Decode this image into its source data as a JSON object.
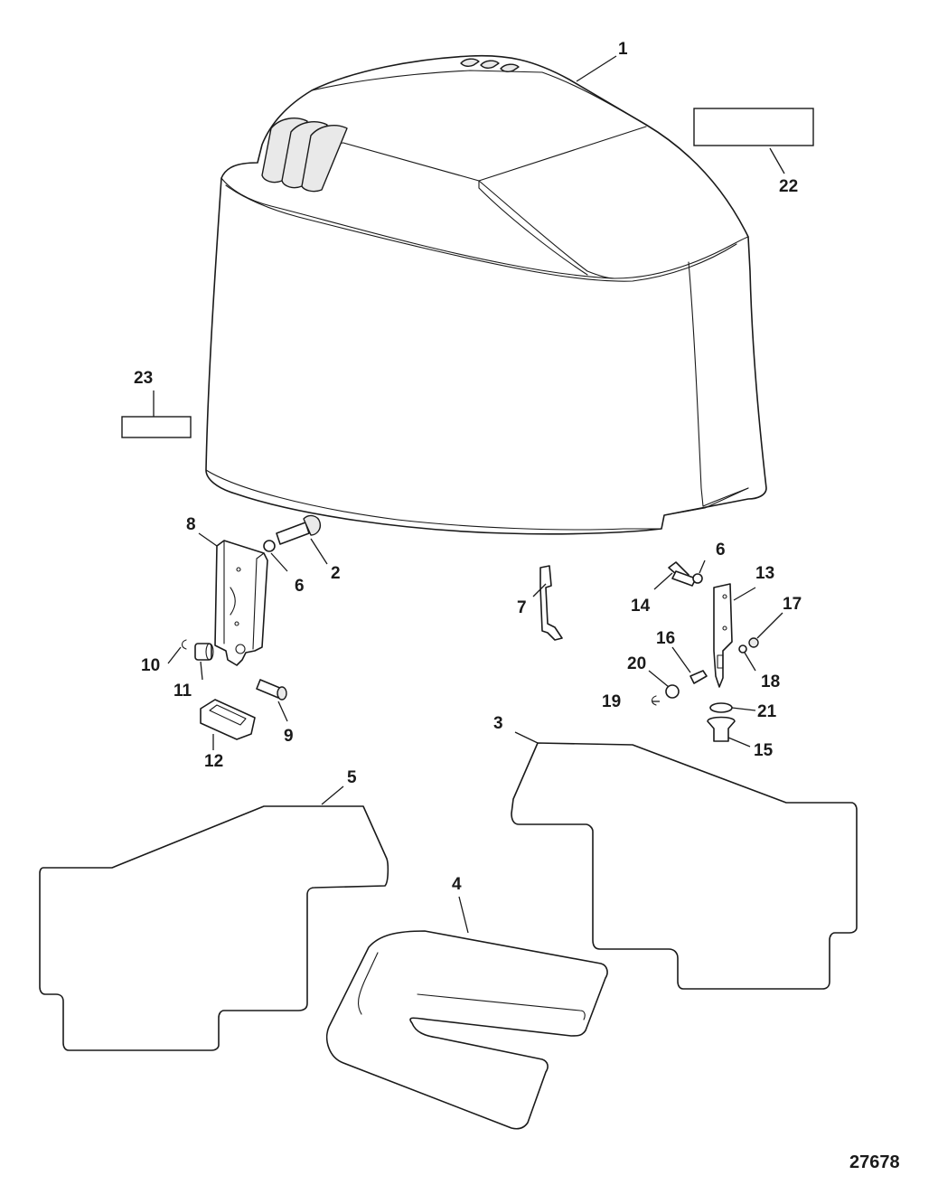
{
  "diagram": {
    "figure_number": "27678",
    "callouts": {
      "c1": "1",
      "c2": "2",
      "c3": "3",
      "c4": "4",
      "c5": "5",
      "c6a": "6",
      "c6b": "6",
      "c7": "7",
      "c8": "8",
      "c9": "9",
      "c10": "10",
      "c11": "11",
      "c12": "12",
      "c13": "13",
      "c14": "14",
      "c15": "15",
      "c16": "16",
      "c17": "17",
      "c18": "18",
      "c19": "19",
      "c20": "20",
      "c21": "21",
      "c22": "22",
      "c23": "23"
    }
  }
}
